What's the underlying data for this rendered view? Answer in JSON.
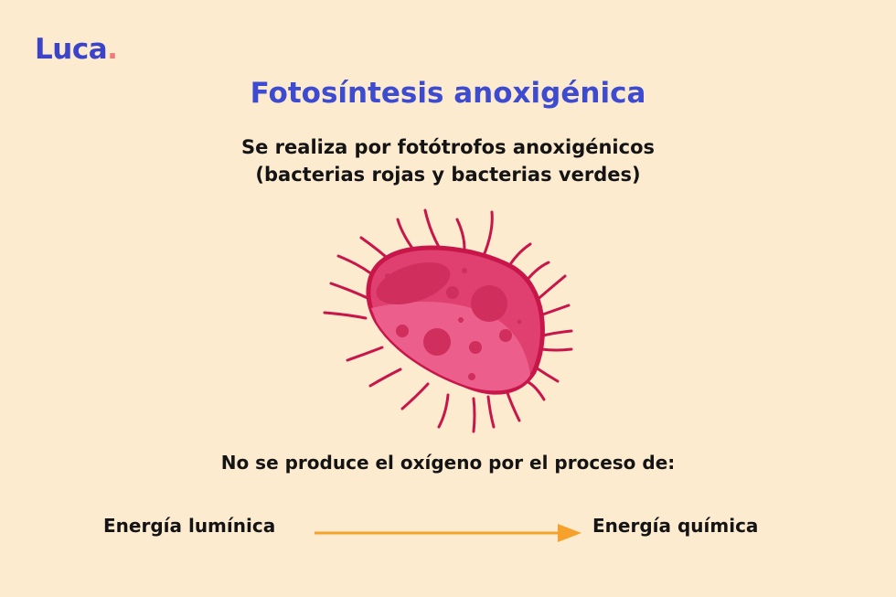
{
  "logo": {
    "text": "Luca",
    "dot": ".",
    "color": "#3b44c8",
    "dot_color": "#f07a78"
  },
  "title": "Fotosíntesis anoxigénica",
  "subtitle": {
    "line1": "Se realiza por fotótrofos anoxigénicos",
    "line2": "(bacterias rojas y bacterias verdes)"
  },
  "illustration": {
    "name": "bacterium-icon",
    "colors": {
      "membrane": "#c8164a",
      "body": "#e0406f",
      "highlight": "#ec5f8c",
      "spots": "#d02e5c"
    }
  },
  "process": {
    "label": "No se produce el oxígeno por el proceso de:",
    "from": "Energía lumínica",
    "to": "Energía química",
    "arrow_color": "#f5a12c"
  },
  "colors": {
    "background": "#fdebd0",
    "title": "#3d4bd0",
    "text": "#141414"
  }
}
